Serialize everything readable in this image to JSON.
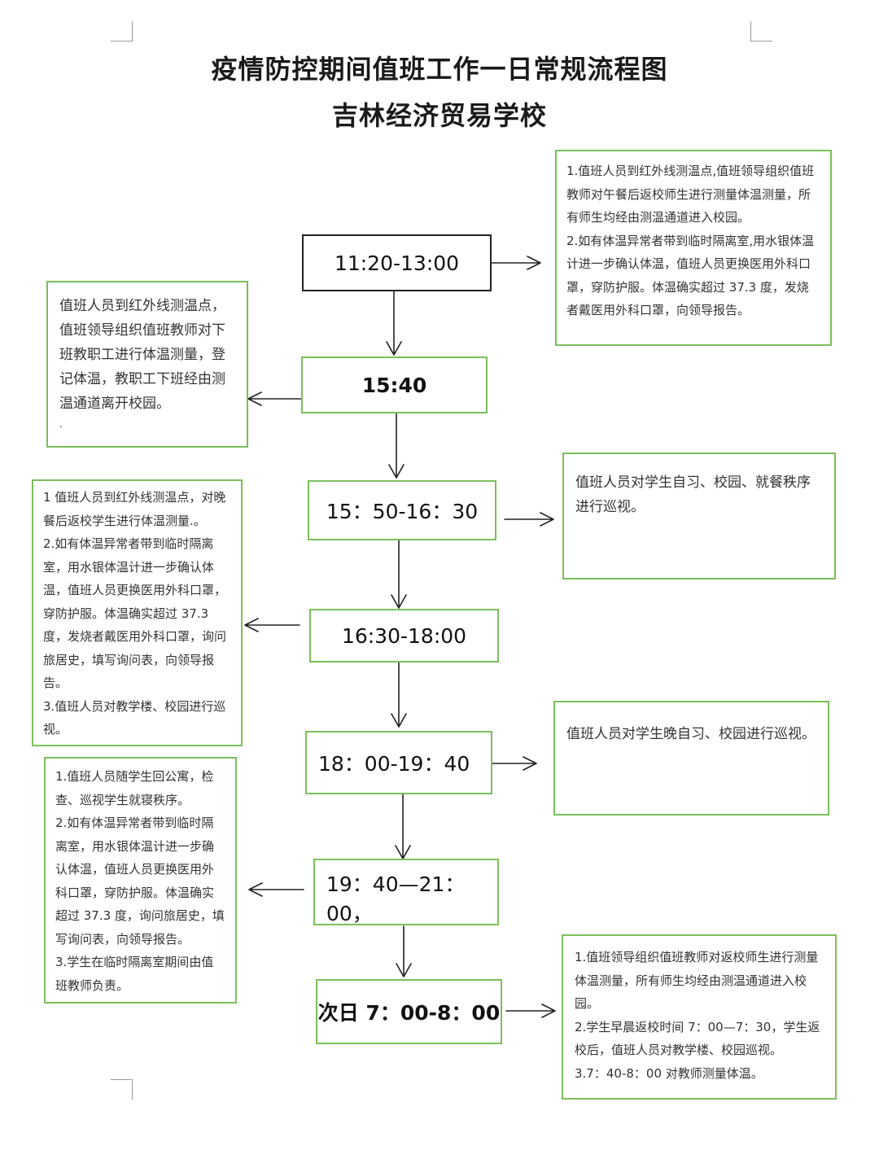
{
  "title": "疫情防控期间值班工作一日常规流程图",
  "subtitle": "吉林经济贸易学校",
  "steps": [
    {
      "time": "11:20-13:00",
      "detail": [
        "1.值班人员到红外线测温点,值班领导组织值班教师对午餐后返校师生进行测量体温测量，所有师生均经由测温通道进入校园。",
        "2.如有体温异常者带到临时隔离室,用水银体温计进一步确认体温，值班人员更换医用外科口罩，穿防护服。体温确实超过 37.3 度，发烧者戴医用外科口罩，向领导报告。"
      ]
    },
    {
      "time": "15:40",
      "detail": [
        "值班人员到红外线测温点，值班领导组织值班教师对下班教职工进行体温测量，登记体温，教职工下班经由测温通道离开校园。",
        "."
      ]
    },
    {
      "time": "15：50-16：30",
      "detail": [
        "值班人员对学生自习、校园、就餐秩序进行巡视。"
      ]
    },
    {
      "time": "16:30-18:00",
      "detail": [
        "1 值班人员到红外线测温点，对晚餐后返校学生进行体温测量.。",
        "2.如有体温异常者带到临时隔离室，用水银体温计进一步确认体温，值班人员更换医用外科口罩，穿防护服。体温确实超过 37.3 度，发烧者戴医用外科口罩，询问旅居史，填写询问表，向领导报告。",
        "3.值班人员对教学楼、校园进行巡视。"
      ]
    },
    {
      "time": "18：00-19：40",
      "detail": [
        "值班人员对学生晚自习、校园进行巡视。"
      ]
    },
    {
      "time": "19：40—21：00，",
      "detail": [
        "1.值班人员随学生回公寓，检查、巡视学生就寝秩序。",
        "2.如有体温异常者带到临时隔离室，用水银体温计进一步确认体温，值班人员更换医用外科口罩，穿防护服。体温确实超过 37.3 度，询问旅居史，填写询问表，向领导报告。",
        "3.学生在临时隔离室期间由值班教师负责。"
      ]
    },
    {
      "time": "次日 7：00-8：00",
      "detail": [
        "1.值班领导组织值班教师对返校师生进行测量体温测量，所有师生均经由测温通道进入校园。",
        "2.学生早晨返校时间 7：00—7：30，学生返校后，值班人员对教学楼、校园巡视。",
        "3.7：40-8：00 对教师测量体温。"
      ]
    }
  ],
  "colors": {
    "box_border": "#7cbe5c",
    "first_box_border": "#222222",
    "arrow": "#222222"
  }
}
